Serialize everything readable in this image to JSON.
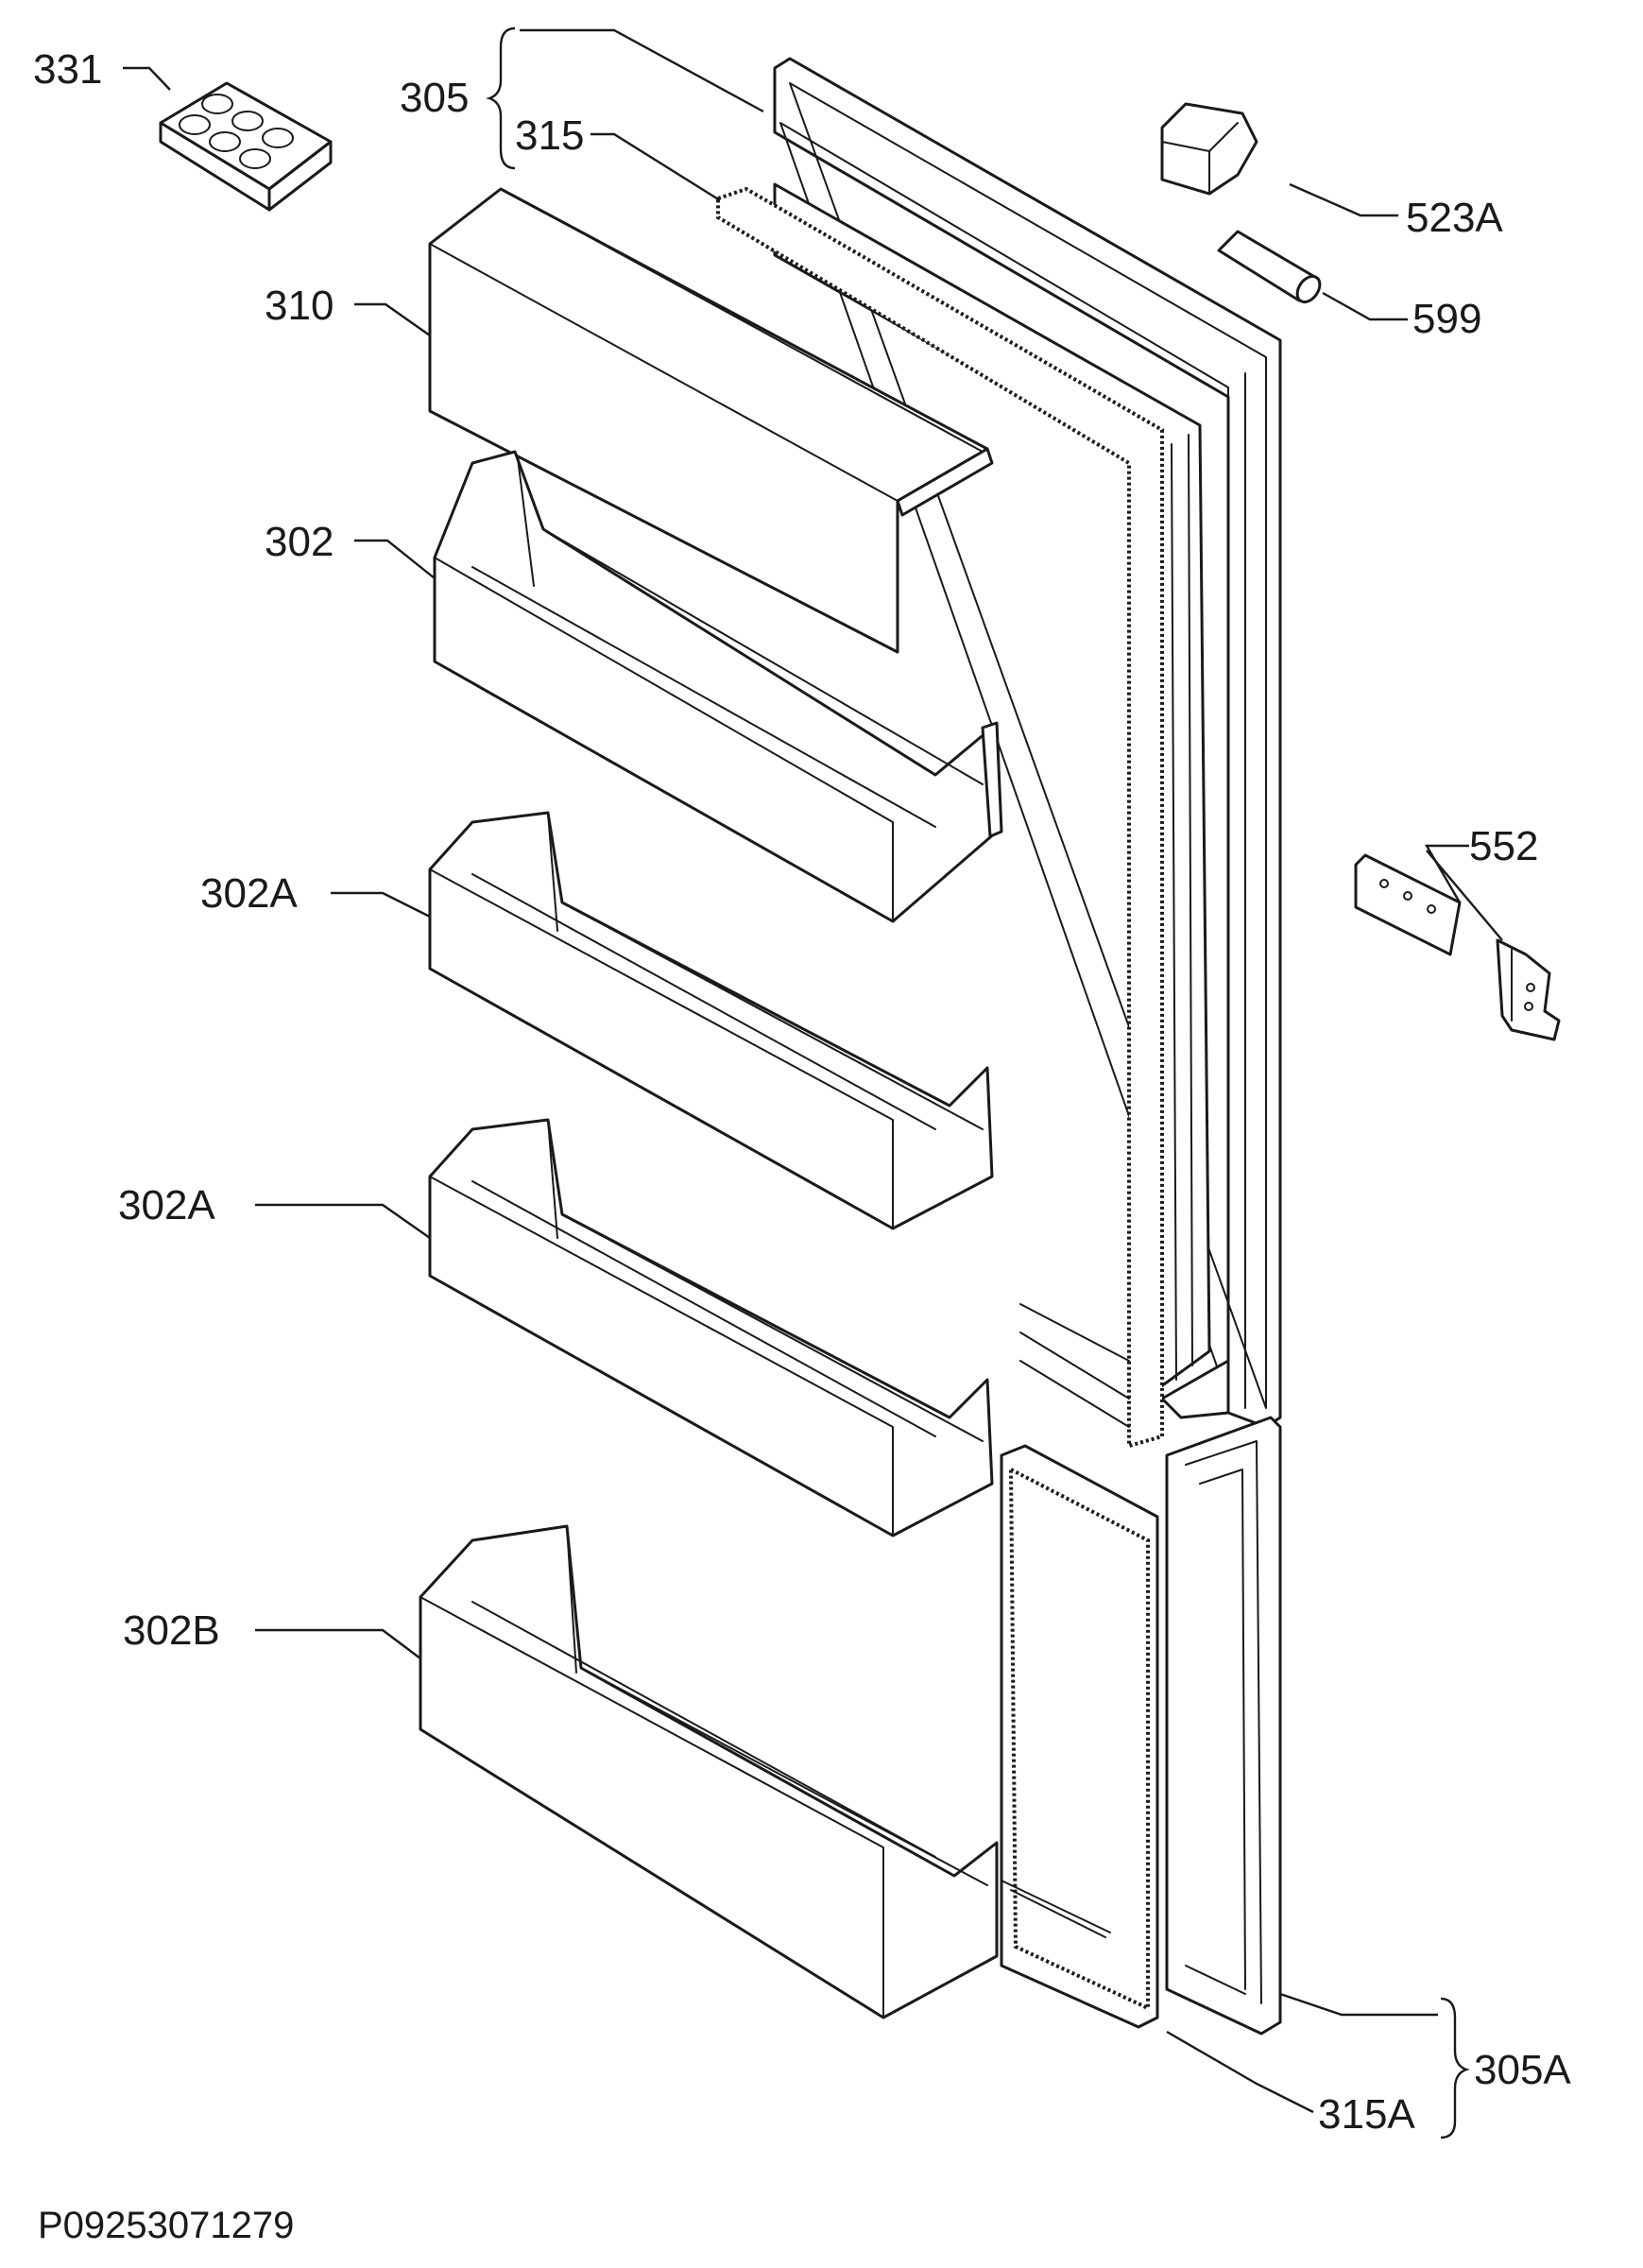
{
  "labels": {
    "l331": "331",
    "l305": "305",
    "l315": "315",
    "l523a": "523A",
    "l599": "599",
    "l310": "310",
    "l302": "302",
    "l552": "552",
    "l302a_1": "302A",
    "l302a_2": "302A",
    "l302b": "302B",
    "l305a": "305A",
    "l315a": "315A"
  },
  "drawing_code": "P09253071279"
}
